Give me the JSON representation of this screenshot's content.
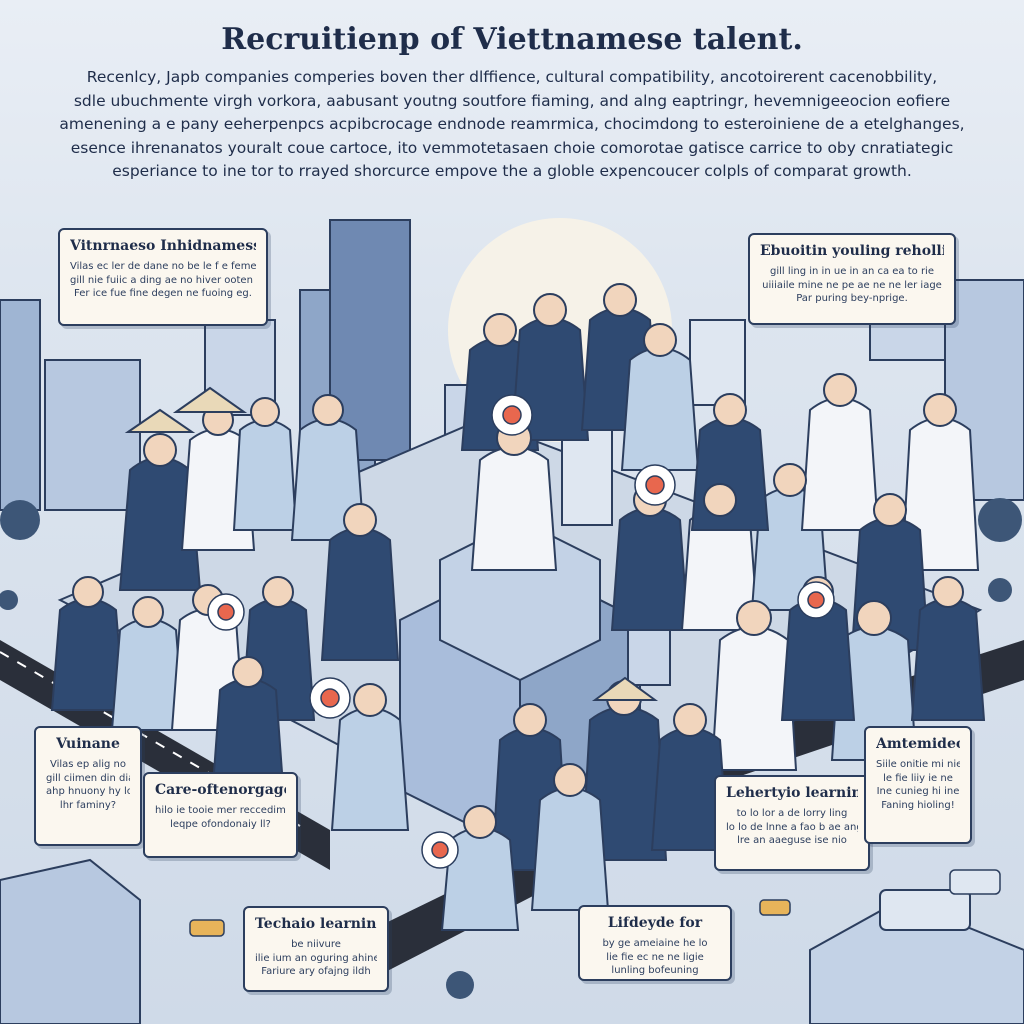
{
  "title": "Recruitienp of Viettnamese talent.",
  "intro_lines": [
    "Recenlcy, Japb companies comperies boven ther dlffience, cultural compatibility, ancotoirerent cacenobbility,",
    "sdle ubuchmente virgh vorkora, aabusant youtng soutfore fiaming, and alng eaptringr, hevemnigeeocion eofiere",
    "amenening a e pany eeherpenpcs acpibcrocage endnode reamrmica, chocimdong to esteroiniene de a etelghanges,",
    "esence ihrenanatos youralt coue cartoce, ito vemmotetasaen choie comorotae gatisce carrice to oby cnratiategic",
    "esperiance to ine tor to rrayed shorcurce empove the a globle expencoucer colpls of comparat growth."
  ],
  "callouts": [
    {
      "id": "vietnamese-inhidnamess",
      "heading": "Vitnrnaeso Inhidnamess",
      "lines": [
        "Vilas ec ler de dane no be le f e feme le",
        "gill nie fuiic a ding ae no hiver ooten plilty",
        "Fer ice fue fine degen ne fuoing eg."
      ]
    },
    {
      "id": "ebuoitin-youling",
      "heading": "Ebuoitin youling rehollity",
      "lines": [
        "gill ling in in ue in an ca ea to rie",
        "uiiiaile mine ne pe ae ne ne ler iage",
        "Par puring bey-nprige."
      ]
    },
    {
      "id": "vuinane",
      "heading": "Vuinane",
      "lines": [
        "Vilas ep alig no",
        "gill ciimen din diae",
        "ahp hnuony hy lo",
        "lhr faminy?"
      ]
    },
    {
      "id": "care-oftenorgage",
      "heading": "Care-oftenorgage",
      "lines": [
        "hilo ie tooie mer reccedimmng",
        "leqpe ofondonaiy ll?"
      ]
    },
    {
      "id": "lehertyio-learning",
      "heading": "Lehertyio learning",
      "lines": [
        "to lo lor a de lorry ling",
        "lo lo de lnne a fao b ae ang",
        "lre an aaeguse ise nio"
      ]
    },
    {
      "id": "amtemideo",
      "heading": "Amtemideo",
      "lines": [
        "Siile onitie mi nie",
        "le fie liiy ie ne",
        "Ine cunieg hi ine",
        "Faning hioling!"
      ]
    }
  ],
  "signs": [
    {
      "id": "techaio-learning",
      "heading": "Techaio learning",
      "lines": [
        "be niivure",
        "ilie ium an oguring ahine ine",
        "Fariure ary ofajng ildh"
      ]
    },
    {
      "id": "lifdeyde-for",
      "heading": "Lifdeyde for",
      "lines": [
        "by ge ameiaine he lo",
        "lie fie ec ne ne ligie",
        "lunling bofeuning"
      ]
    }
  ],
  "colors": {
    "navy": "#2c3e5e",
    "skyblue": "#bcd0e6",
    "paper": "#fbf7ef",
    "red_accent": "#e8674e",
    "road": "#2a2f3a"
  }
}
